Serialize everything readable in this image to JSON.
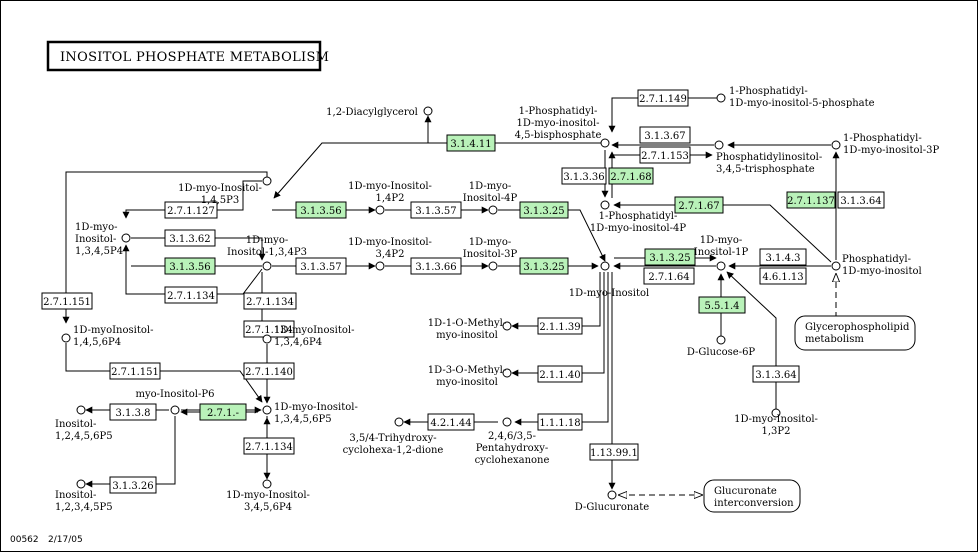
{
  "title": "INOSITOL PHOSPHATE METABOLISM",
  "footer": {
    "map_id": "00562",
    "date": "2/17/05"
  },
  "colors": {
    "enzyme_highlight": "#b9f2b9",
    "enzyme_default": "#ffffff",
    "line": "#000000"
  },
  "enzymes": [
    {
      "id": "e2711271",
      "label": "2.7.1.127",
      "hl": false
    },
    {
      "id": "e31362",
      "label": "3.1.3.62",
      "hl": false
    },
    {
      "id": "e31356a",
      "label": "3.1.3.56",
      "hl": true
    },
    {
      "id": "e271134a",
      "label": "2.7.1.134",
      "hl": false
    },
    {
      "id": "e31356b",
      "label": "3.1.3.56",
      "hl": true
    },
    {
      "id": "e271134b",
      "label": "2.7.1.134",
      "hl": false
    },
    {
      "id": "e31357a",
      "label": "3.1.3.57",
      "hl": false
    },
    {
      "id": "e31357b",
      "label": "3.1.3.57",
      "hl": false
    },
    {
      "id": "e31366",
      "label": "3.1.3.66",
      "hl": false
    },
    {
      "id": "e31325a",
      "label": "3.1.3.25",
      "hl": true
    },
    {
      "id": "e31325b",
      "label": "3.1.3.25",
      "hl": true
    },
    {
      "id": "e31325c",
      "label": "3.1.3.25",
      "hl": true
    },
    {
      "id": "e31411",
      "label": "3.1.4.11",
      "hl": true
    },
    {
      "id": "e271149",
      "label": "2.7.1.149",
      "hl": false
    },
    {
      "id": "e31367",
      "label": "3.1.3.67",
      "hl": false
    },
    {
      "id": "e271153",
      "label": "2.7.1.153",
      "hl": false
    },
    {
      "id": "e31336",
      "label": "3.1.3.36",
      "hl": false
    },
    {
      "id": "e27168",
      "label": "2.7.1.68",
      "hl": true
    },
    {
      "id": "e27167",
      "label": "2.7.1.67",
      "hl": true
    },
    {
      "id": "e271137",
      "label": "2.7.1.137",
      "hl": true
    },
    {
      "id": "e31364a",
      "label": "3.1.3.64",
      "hl": false
    },
    {
      "id": "e3143",
      "label": "3.1.4.3",
      "hl": false
    },
    {
      "id": "e46113",
      "label": "4.6.1.13",
      "hl": false
    },
    {
      "id": "e27164",
      "label": "2.7.1.64",
      "hl": false
    },
    {
      "id": "e5514",
      "label": "5.5.1.4",
      "hl": true
    },
    {
      "id": "e31364b",
      "label": "3.1.3.64",
      "hl": false
    },
    {
      "id": "e271151a",
      "label": "2.7.1.151",
      "hl": false
    },
    {
      "id": "e271151b",
      "label": "2.7.1.151",
      "hl": false
    },
    {
      "id": "e271140",
      "label": "2.7.1.140",
      "hl": false
    },
    {
      "id": "e27ldash",
      "label": "2.7.1.-",
      "hl": true
    },
    {
      "id": "e3138",
      "label": "3.1.3.8",
      "hl": false
    },
    {
      "id": "e31326",
      "label": "3.1.3.26",
      "hl": false
    },
    {
      "id": "e271134c",
      "label": "2.7.1.134",
      "hl": false
    },
    {
      "id": "e271134d",
      "label": "2.7.1.134",
      "hl": false
    },
    {
      "id": "e21139",
      "label": "2.1.1.39",
      "hl": false
    },
    {
      "id": "e21140",
      "label": "2.1.1.40",
      "hl": false
    },
    {
      "id": "e11118",
      "label": "1.1.1.18",
      "hl": false
    },
    {
      "id": "e42144",
      "label": "4.2.1.44",
      "hl": false
    },
    {
      "id": "e113991",
      "label": "1.13.99.1",
      "hl": false
    }
  ],
  "compounds": [
    {
      "id": "c_1345p4",
      "lines": [
        "1D-myo-",
        "Inositol-",
        "1,3,4,5P4"
      ]
    },
    {
      "id": "c_145p3",
      "lines": [
        "1D-myo-Inositol-",
        "1,4,5P3"
      ]
    },
    {
      "id": "c_134p3",
      "lines": [
        "1D-myo-",
        "Inositol-1,3,4P3"
      ]
    },
    {
      "id": "c_14p2",
      "lines": [
        "1D-myo-Inositol-",
        "1,4P2"
      ]
    },
    {
      "id": "c_34p2",
      "lines": [
        "1D-myo-Inositol-",
        "3,4P2"
      ]
    },
    {
      "id": "c_4p",
      "lines": [
        "1D-myo-",
        "Inositol-4P"
      ]
    },
    {
      "id": "c_3p",
      "lines": [
        "1D-myo-",
        "Inositol-3P"
      ]
    },
    {
      "id": "c_inositol",
      "lines": [
        "1D-myo-Inositol"
      ]
    },
    {
      "id": "c_dag",
      "lines": [
        "1,2-Diacylglycerol"
      ]
    },
    {
      "id": "c_pip2",
      "lines": [
        "1-Phosphatidyl-",
        "1D-myo-inositol-",
        "4,5-bisphosphate"
      ]
    },
    {
      "id": "c_pi5p",
      "lines": [
        "1-Phosphatidyl-",
        "1D-myo-inositol-5-phosphate"
      ]
    },
    {
      "id": "c_pip3",
      "lines": [
        "Phosphatidylinositol-",
        "3,4,5-trisphosphate"
      ]
    },
    {
      "id": "c_pi3p",
      "lines": [
        "1-Phosphatidyl-",
        "1D-myo-inositol-3P"
      ]
    },
    {
      "id": "c_pi4p",
      "lines": [
        "1-Phosphatidyl-",
        "1D-myo-inositol-4P"
      ]
    },
    {
      "id": "c_pi",
      "lines": [
        "Phosphatidyl-",
        "1D-myo-inositol"
      ]
    },
    {
      "id": "c_1p",
      "lines": [
        "1D-myo-",
        "Inositol-1P"
      ]
    },
    {
      "id": "c_g6p",
      "lines": [
        "D-Glucose-6P"
      ]
    },
    {
      "id": "c_13p2",
      "lines": [
        "1D-myo-Inositol-",
        "1,3P2"
      ]
    },
    {
      "id": "c_13456p5",
      "lines": [
        "1D-myoInositol-",
        "1,4,5,6P4"
      ]
    },
    {
      "id": "c_1346p4",
      "lines": [
        "1D-myoInositol-",
        "1,3,4,6P4"
      ]
    },
    {
      "id": "c_13456p5b",
      "lines": [
        "1D-myo-Inositol-",
        "1,3,4,5,6P5"
      ]
    },
    {
      "id": "c_p6",
      "lines": [
        "myo-Inositol-P6"
      ]
    },
    {
      "id": "c_12456p5",
      "lines": [
        "Inositol-",
        "1,2,4,5,6P5"
      ]
    },
    {
      "id": "c_12345p5",
      "lines": [
        "Inositol-",
        "1,2,3,4,5P5"
      ]
    },
    {
      "id": "c_3456p4",
      "lines": [
        "1D-myo-Inositol-",
        "3,4,5,6P4"
      ]
    },
    {
      "id": "c_1omethyl",
      "lines": [
        "1D-1-O-Methyl-",
        "myo-inositol"
      ]
    },
    {
      "id": "c_3omethyl",
      "lines": [
        "1D-3-O-Methyl-",
        "myo-inositol"
      ]
    },
    {
      "id": "c_trihydroxy",
      "lines": [
        "3,5/4-Trihydroxy-",
        "cyclohexa-1,2-dione"
      ]
    },
    {
      "id": "c_pentahydroxy",
      "lines": [
        "2,4,6/3,5-",
        "Pentahydroxy-",
        "cyclohexanone"
      ]
    },
    {
      "id": "c_glucuronate",
      "lines": [
        "D-Glucuronate"
      ]
    }
  ],
  "maps": [
    {
      "id": "m_glycero",
      "lines": [
        "Glycerophospholipid",
        "metabolism"
      ]
    },
    {
      "id": "m_glucuronate",
      "lines": [
        "Glucuronate",
        "interconversion"
      ]
    }
  ]
}
